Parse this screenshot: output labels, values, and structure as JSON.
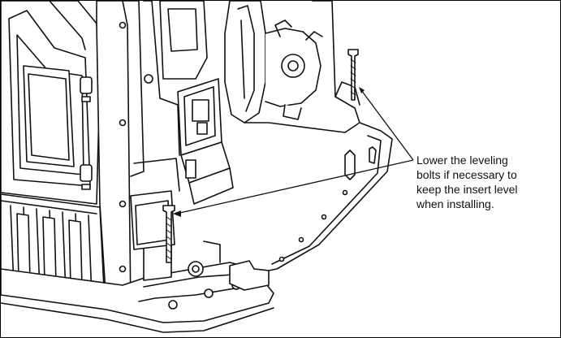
{
  "callout": {
    "lines": [
      "Lower the leveling",
      "bolts if necessary to",
      "keep the insert level",
      "when installing."
    ]
  }
}
